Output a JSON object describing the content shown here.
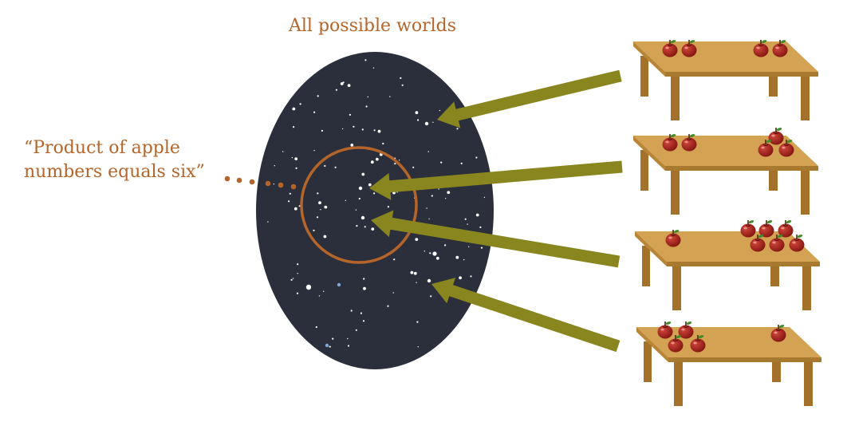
{
  "diagram": {
    "title": "All possible worlds",
    "predicate": {
      "line1": "“Product of apple",
      "line2": "numbers equals six”"
    },
    "colors": {
      "universe": "#2b2f3b",
      "star": "#ffffff",
      "star_blue": "#7ea6d8",
      "subset_ring": "#b5652a",
      "arrow": "#8a861f",
      "table_top": "#d3a253",
      "table_edge": "#a87a2f",
      "table_leg": "#a37129",
      "apple": "#a8201a"
    },
    "worlds": [
      {
        "left_apples": 2,
        "right_apples": 2,
        "in_subset": false
      },
      {
        "left_apples": 2,
        "right_apples": 3,
        "in_subset": true
      },
      {
        "left_apples": 1,
        "right_apples": 6,
        "in_subset": true
      },
      {
        "left_apples": 4,
        "right_apples": 1,
        "in_subset": false
      }
    ]
  }
}
